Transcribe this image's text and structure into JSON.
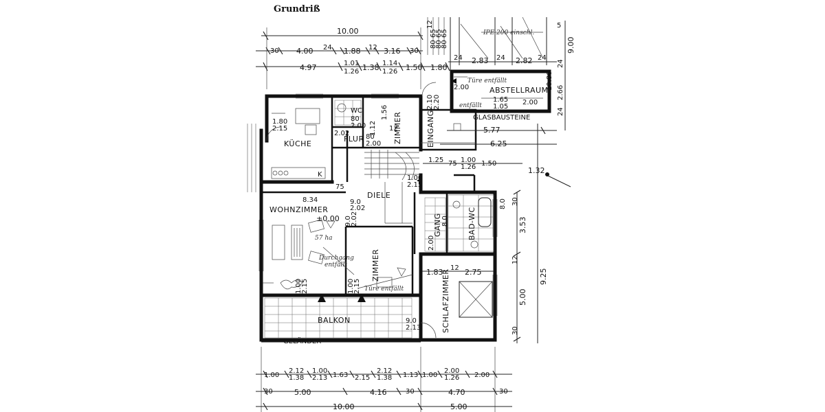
{
  "title": "Grundriß",
  "rooms": {
    "kueche": "KÜCHE",
    "flur": "FLUR",
    "zimmer_top": "ZIMMER",
    "eingang": "EINGANG",
    "abstellraum": "ABSTELLRAUM",
    "glasbausteine": "GLASBAUSTEINE",
    "wohnzimmer": "WOHNZIMMER",
    "diele": "DIELE",
    "zimmer_mid": "ZIMMER",
    "gang": "GANG",
    "bad_wc": "BAD-WC",
    "schlafzimmer": "SCHLAFZIMMER",
    "balkon": "BALKON",
    "gelaender": "GELÄNDER",
    "wc": "WC"
  },
  "dims_top": {
    "total": "10.00",
    "row1": [
      "30",
      "4.00",
      "24",
      "1.88",
      "12",
      "3.16",
      "30"
    ],
    "row2": [
      "4.97",
      "1.01",
      "1.26",
      "1.38",
      "1.14",
      "1.26",
      "1.50",
      "1.80"
    ]
  },
  "dims_top_right": {
    "stack": [
      "12",
      "65",
      "80",
      "65",
      "80",
      "65",
      "80"
    ],
    "row1": [
      "24",
      "2.83",
      "24",
      "2.82",
      "24"
    ],
    "ipe": "IPE 200 einschl.",
    "five": "5",
    "nine": "9.00",
    "side": [
      "24",
      "10.80",
      "2.66",
      "24"
    ]
  },
  "abstell": {
    "note": "Türe entfällt",
    "d1": "2.00",
    "d2": "1.65",
    "d3": "1.05",
    "d4": "2.00",
    "note2": "entfällt"
  },
  "eingang_dims": [
    "2.10",
    "2.20"
  ],
  "kueche_dims": [
    "1.80",
    "2.15"
  ],
  "wc_dims": [
    "80",
    "2.00"
  ],
  "flur_dims": [
    "2.02",
    "80",
    "2.00"
  ],
  "zimmer_top_dims": [
    "1.56",
    "1.12",
    "12"
  ],
  "mid_dims": {
    "row": [
      "1.25",
      "75",
      "1.00",
      "1.26",
      "1.50"
    ],
    "glas": [
      "5.77",
      "6.25"
    ],
    "level": "1.32",
    "stair": [
      "1.00",
      "2.15"
    ],
    "diele": [
      "9.0",
      "2.02",
      "2.02",
      "9.0"
    ],
    "wohn": [
      "8.34",
      "±0.00",
      "57 ha",
      "75"
    ],
    "bad": [
      "8.0",
      "2.00",
      "12",
      "1.83",
      "2.75"
    ],
    "sonst": [
      "9.0",
      "2.02",
      "1.00",
      "2.10",
      "1.83",
      "2.75"
    ]
  },
  "right_dims": [
    "3.53",
    "12",
    "9.25",
    "5.00",
    "30",
    "30"
  ],
  "balkon_dims": [
    "1.00",
    "2.15",
    "1.00",
    "2.15",
    "9.0",
    "2.13"
  ],
  "hand_notes": [
    "Durchgang",
    "entfällt",
    "Türe entfällt"
  ],
  "dims_bottom": {
    "row1": [
      "2.12",
      "1.00",
      "2.12",
      "2.00"
    ],
    "row2": [
      "1.00",
      "1.38",
      "2.13",
      "1.63",
      "2.15",
      "1.38",
      "1.13",
      "1.00",
      "1.26",
      "2.00"
    ],
    "row3": [
      "30",
      "5.00",
      "4.16",
      "30",
      "4.70",
      "30"
    ],
    "total": [
      "10.00",
      "5.00"
    ]
  }
}
